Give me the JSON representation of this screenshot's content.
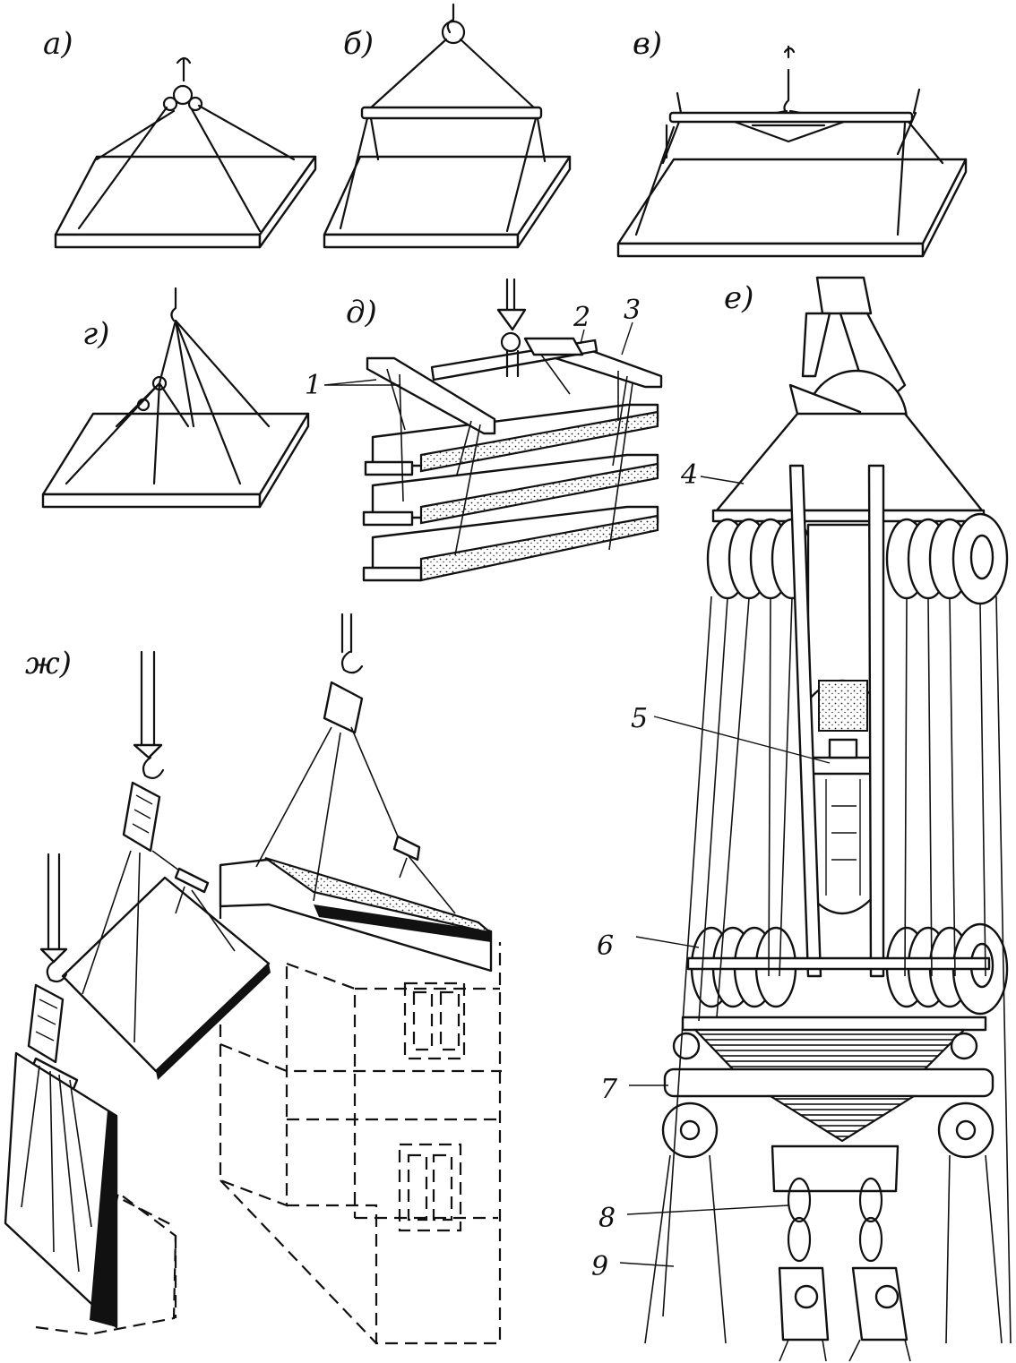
{
  "figure": {
    "panel_labels": {
      "a": "а)",
      "b": "б)",
      "v": "в)",
      "g": "г)",
      "d": "д)",
      "e": "е)",
      "zh": "ж)"
    },
    "callouts": {
      "d1": "1",
      "d2": "2",
      "d3": "3",
      "e4": "4",
      "e5": "5",
      "e6": "6",
      "e7": "7",
      "e8": "8",
      "e9": "9"
    }
  }
}
